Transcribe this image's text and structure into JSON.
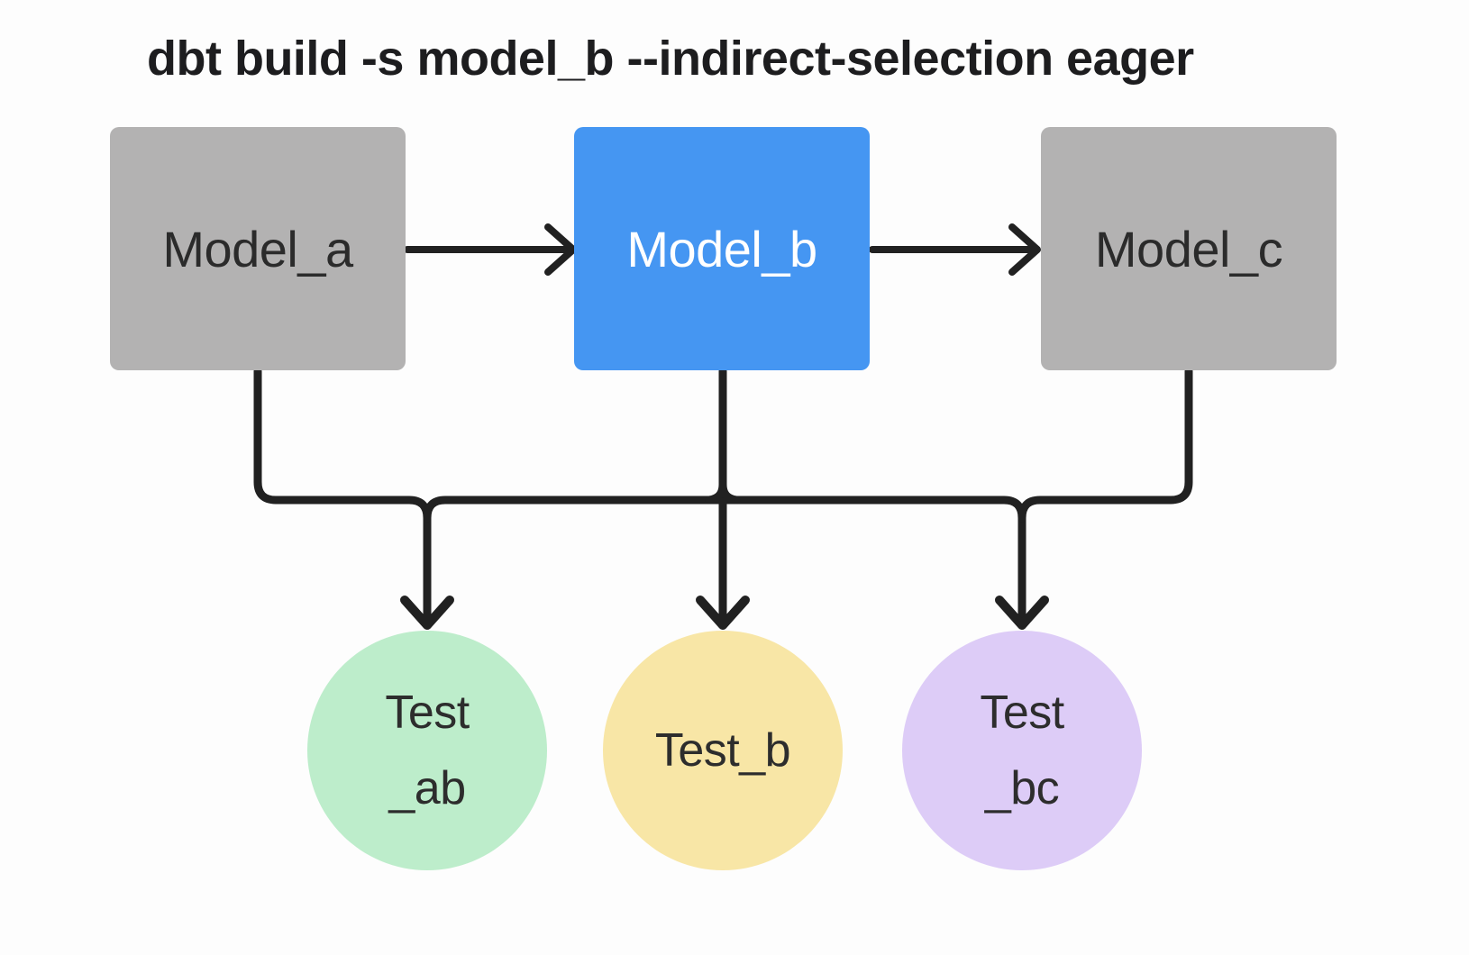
{
  "title": "dbt build -s model_b --indirect-selection eager",
  "nodes": {
    "model_a": {
      "label": "Model_a",
      "kind": "model",
      "selected": false
    },
    "model_b": {
      "label": "Model_b",
      "kind": "model",
      "selected": true
    },
    "model_c": {
      "label": "Model_c",
      "kind": "model",
      "selected": false
    },
    "test_ab": {
      "line1": "Test",
      "line2": "_ab",
      "kind": "test"
    },
    "test_b": {
      "line1": "Test_b",
      "line2": "",
      "kind": "test"
    },
    "test_bc": {
      "line1": "Test",
      "line2": "_bc",
      "kind": "test"
    }
  },
  "edges": [
    {
      "from": "model_a",
      "to": "model_b"
    },
    {
      "from": "model_b",
      "to": "model_c"
    },
    {
      "from": "model_a",
      "to": "test_ab"
    },
    {
      "from": "model_b",
      "to": "test_ab"
    },
    {
      "from": "model_b",
      "to": "test_b"
    },
    {
      "from": "model_b",
      "to": "test_bc"
    },
    {
      "from": "model_c",
      "to": "test_bc"
    }
  ],
  "colors": {
    "background": "#fdfdfd",
    "model_default_fill": "#b3b2b2",
    "model_selected_fill": "#4596f2",
    "model_default_text": "#2b2b2b",
    "model_selected_text": "#ffffff",
    "test_ab_fill": "#bdedcb",
    "test_b_fill": "#f8e6a6",
    "test_bc_fill": "#ddccf7",
    "edge": "#212121",
    "title_text": "#1d1d1f"
  }
}
